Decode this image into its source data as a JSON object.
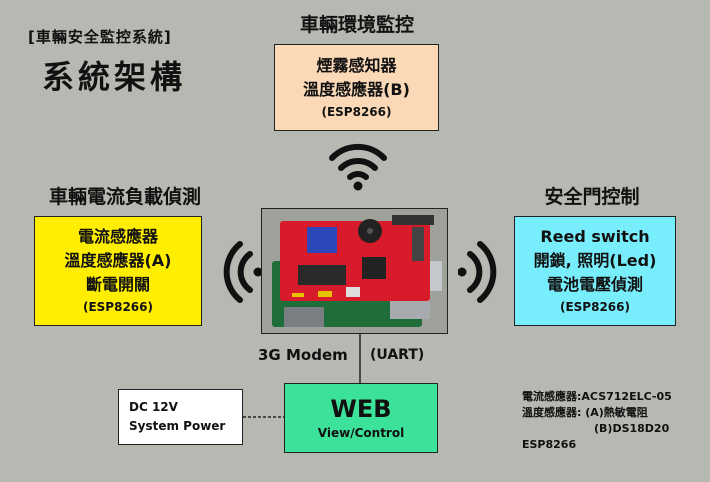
{
  "header": {
    "subtitle": "[車輛安全監控系統]",
    "title": "系統架構"
  },
  "env_section": {
    "title": "車輛環境監控",
    "lines": [
      "煙霧感知器",
      "溫度感應器(B)"
    ],
    "module": "(ESP8266)"
  },
  "current_section": {
    "title": "車輛電流負載偵測",
    "lines": [
      "電流感應器",
      "溫度感應器(A)",
      "斷電開關"
    ],
    "module": "(ESP8266)"
  },
  "door_section": {
    "title": "安全門控制",
    "lines": [
      "Reed switch",
      "開鎖, 照明(Led)",
      "電池電壓偵測"
    ],
    "module": "(ESP8266)"
  },
  "hub": {
    "modem_label": "3G Modem",
    "uart_label": "(UART)"
  },
  "web": {
    "title": "WEB",
    "subtitle": "View/Control"
  },
  "power": {
    "line1": "DC 12V",
    "line2": "System Power"
  },
  "notes": {
    "current_sensor": "電流感應器:ACS712ELC-05",
    "temp_sensor": "溫度感應器: (A)熱敏電阻",
    "temp_sensor_b": "(B)DS18D20",
    "module": "ESP8266"
  },
  "colors": {
    "background": "#b6b9b1",
    "env_box": "#fbd9b7",
    "current_box": "#ffee00",
    "door_box": "#78eefc",
    "web_box": "#3de29a",
    "board_pcb": "#d81b2a",
    "board_base": "#1f6e3a"
  },
  "icons": [
    "wifi-signal-icon",
    "microcontroller-board-image"
  ]
}
